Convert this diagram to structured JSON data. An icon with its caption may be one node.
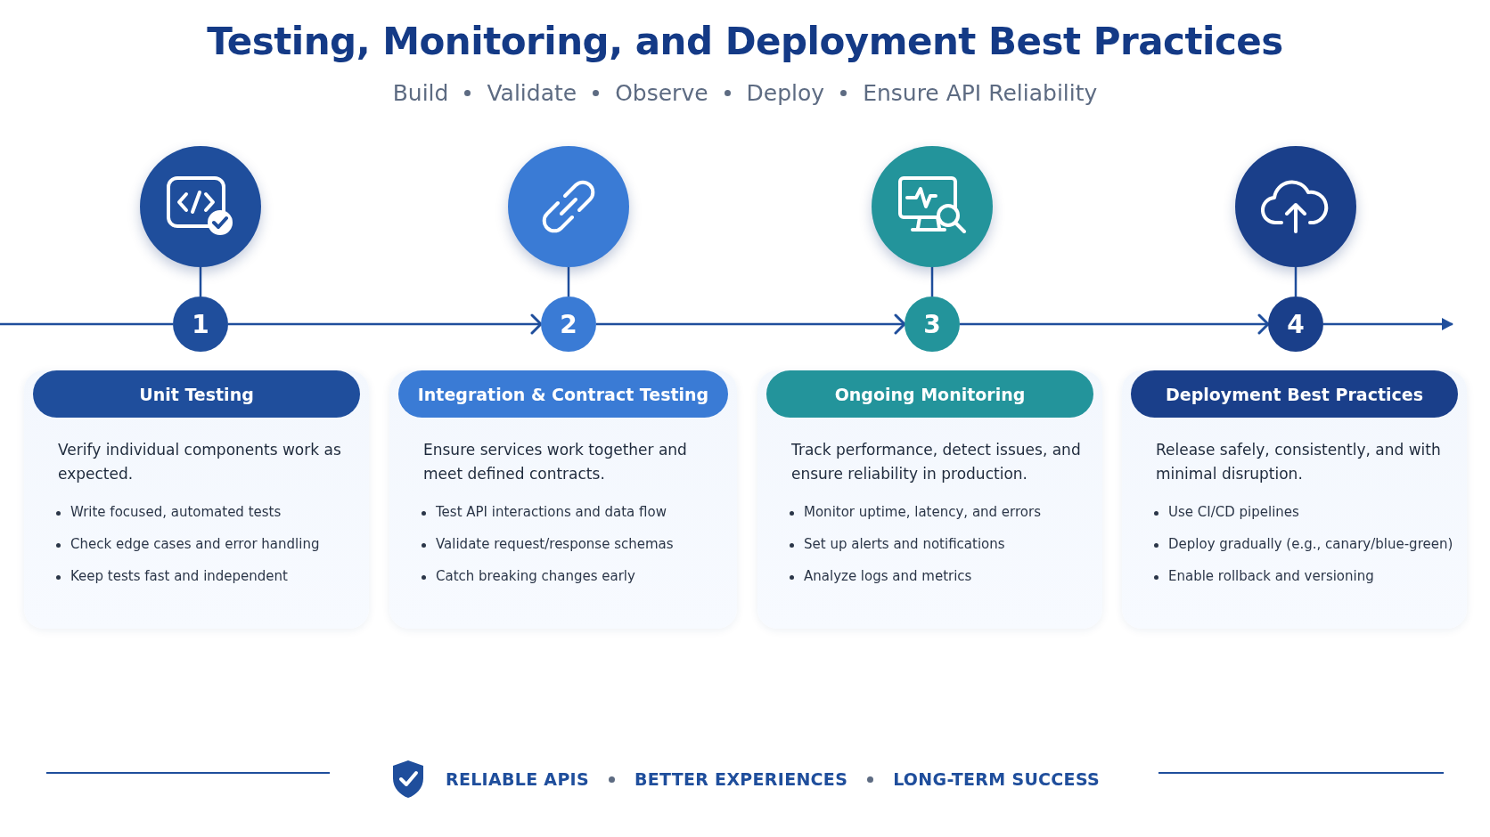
{
  "diagram": {
    "title": "Testing, Monitoring, and Deployment Best Practices",
    "nodes": [
      {
        "text": [],
        "shape": "circle"
      },
      {
        "text": [],
        "shape": "circle"
      },
      {
        "text": [],
        "shape": "circle"
      },
      {
        "text": [],
        "shape": "circle"
      },
      {
        "text": [
          "1"
        ]
      },
      {
        "text": [
          "2"
        ]
      },
      {
        "text": [
          "3"
        ]
      },
      {
        "text": [
          "4"
        ]
      },
      {
        "text": [
          "Verify individual components work as expected.",
          "Write focused, automated tests",
          "Check edge cases and error handling",
          "Keep tests fast and independent"
        ]
      },
      {
        "text": [
          "Unit Testing"
        ],
        "in": 8
      },
      {
        "text": [
          "Ensure services work together and meet defined contracts.",
          "Test API interactions and data flow",
          "Validate request/response schemas",
          "Catch breaking changes early"
        ]
      },
      {
        "text": [
          "Integration & Contract Testing"
        ],
        "in": 10
      },
      {
        "text": [
          "Track performance, detect issues, and ensure reliability in production.",
          "Monitor uptime, latency, and errors",
          "Set up alerts and notifications",
          "Analyze logs and metrics"
        ]
      },
      {
        "text": [
          "Ongoing Monitoring"
        ],
        "in": 12
      },
      {
        "text": [
          "Release safely, consistently, and with minimal disruption.",
          "Use CI/CD pipelines",
          "Deploy gradually (e.g., canary/blue-green)",
          "Enable rollback and versioning"
        ]
      },
      {
        "text": [
          "Deployment Best Practices"
        ],
        "in": 14
      }
    ],
    "edges": [
      {
        "from": 0,
        "to": 4,
        "arrow": "none"
      },
      {
        "from": 1,
        "to": 5,
        "arrow": "none"
      },
      {
        "from": 2,
        "to": 6,
        "arrow": "none"
      },
      {
        "from": 3,
        "to": 7,
        "arrow": "none"
      },
      {
        "from": null,
        "to": 4,
        "arrow": "none"
      },
      {
        "from": 4,
        "to": 5,
        "arrow": "to"
      },
      {
        "from": 5,
        "to": 6,
        "arrow": "to"
      },
      {
        "from": 6,
        "to": 7,
        "arrow": "to"
      },
      {
        "from": 7,
        "to": null,
        "arrow": "to"
      }
    ],
    "labels": [
      "Build",
      "Validate",
      "Observe",
      "Deploy",
      "Ensure API Reliability",
      "RELIABLE APIS",
      "BETTER EXPERIENCES",
      "LONG-TERM SUCCESS"
    ]
  }
}
